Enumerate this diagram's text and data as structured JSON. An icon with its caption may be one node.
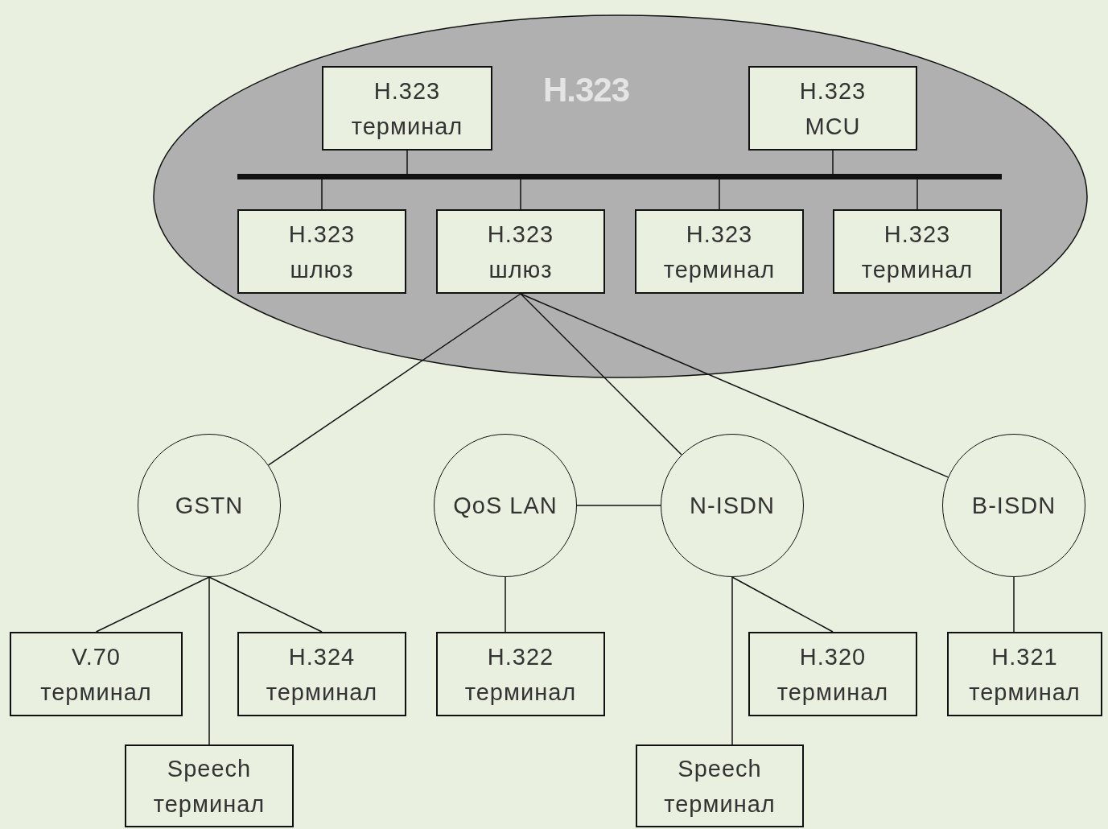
{
  "diagram": {
    "nodes": [
      {
        "text": [
          "H.323"
        ]
      },
      {
        "text": [
          "H.323 терминал"
        ],
        "in": 0
      },
      {
        "text": [
          "H.323 MCU"
        ],
        "in": 0
      },
      {
        "text": [],
        "shape": "bar",
        "in": 0
      },
      {
        "text": [
          "H.323 шлюз"
        ],
        "in": 0
      },
      {
        "text": [
          "H.323 шлюз"
        ],
        "in": 0
      },
      {
        "text": [
          "H.323 терминал"
        ],
        "in": 0
      },
      {
        "text": [
          "H.323 терминал"
        ],
        "in": 0
      },
      {
        "text": [
          "GSTN"
        ]
      },
      {
        "text": [
          "QoS LAN"
        ]
      },
      {
        "text": [
          "N-ISDN"
        ]
      },
      {
        "text": [
          "B-ISDN"
        ]
      },
      {
        "text": [
          "V.70 терминал"
        ]
      },
      {
        "text": [
          "H.324 терминал"
        ]
      },
      {
        "text": [
          "H.322 терминал"
        ]
      },
      {
        "text": [
          "H.320 терминал"
        ]
      },
      {
        "text": [
          "H.321 терминал"
        ]
      },
      {
        "text": [
          "Speech терминал"
        ]
      },
      {
        "text": [
          "Speech терминал"
        ]
      }
    ],
    "edges": [
      {
        "from": 1,
        "to": 3,
        "arrow": "none"
      },
      {
        "from": 2,
        "to": 3,
        "arrow": "none"
      },
      {
        "from": 3,
        "to": 4,
        "arrow": "none"
      },
      {
        "from": 3,
        "to": 5,
        "arrow": "none"
      },
      {
        "from": 3,
        "to": 6,
        "arrow": "none"
      },
      {
        "from": 3,
        "to": 7,
        "arrow": "none"
      },
      {
        "from": 5,
        "to": 8,
        "arrow": "none"
      },
      {
        "from": 5,
        "to": 10,
        "arrow": "none"
      },
      {
        "from": 5,
        "to": 11,
        "arrow": "none"
      },
      {
        "from": 9,
        "to": 10,
        "arrow": "none"
      },
      {
        "from": 8,
        "to": 12,
        "arrow": "none"
      },
      {
        "from": 8,
        "to": 13,
        "arrow": "none"
      },
      {
        "from": 8,
        "to": 17,
        "arrow": "none"
      },
      {
        "from": 9,
        "to": 14,
        "arrow": "none"
      },
      {
        "from": 10,
        "to": 15,
        "arrow": "none"
      },
      {
        "from": 10,
        "to": 18,
        "arrow": "none"
      },
      {
        "from": 11,
        "to": 16,
        "arrow": "none"
      }
    ]
  }
}
